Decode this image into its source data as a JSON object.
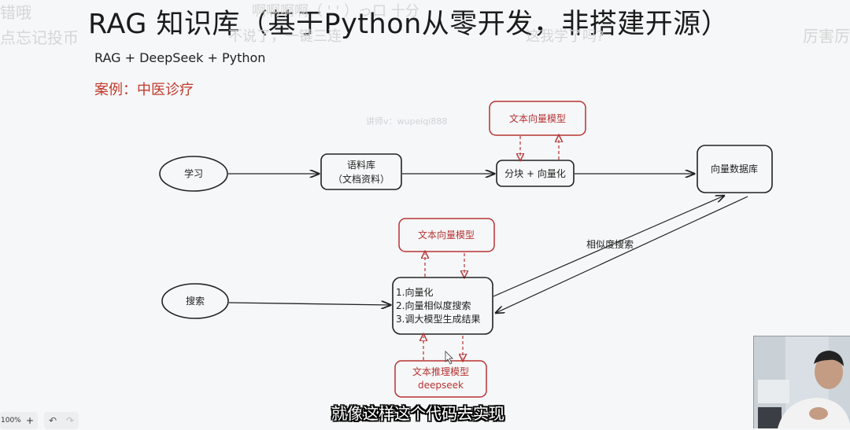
{
  "slide": {
    "title": "RAG 知识库（基于Python从零开发，非搭建开源）",
    "subtitle": "RAG  + DeepSeek + Python",
    "case": "案例：中医诊疗",
    "watermark": "讲师v：wupeiqi888"
  },
  "danmu": [
    "错哦",
    "点忘记投币",
    "不说了，一键三连",
    "啊啊啊啊（ ' ' ）っ口 十分",
    "这我学了吗?",
    "厉害厉"
  ],
  "diagram": {
    "nodes": {
      "study": "学习",
      "corpus_line1": "语料库",
      "corpus_line2": "（文档资料）",
      "chunk": "分块 + 向量化",
      "text_vec_model_top": "文本向量模型",
      "vector_db": "向量数据库",
      "text_vec_model_mid": "文本向量模型",
      "search": "搜索",
      "steps": [
        "1.向量化",
        "2.向量相似度搜索",
        "3.调大模型生成结果"
      ],
      "reason_model_line1": "文本推理模型",
      "reason_model_line2": "deepseek"
    },
    "edge_labels": {
      "similarity_search": "相似度搜索"
    }
  },
  "caption": "就像这样这个代码去实现",
  "toolbar": {
    "zoom": "100%",
    "zoom_in": "+",
    "undo": "↶",
    "redo": "↷"
  },
  "colors": {
    "accent_red": "#c0392b",
    "box_red": "#b73333",
    "box_dark": "#222222"
  }
}
